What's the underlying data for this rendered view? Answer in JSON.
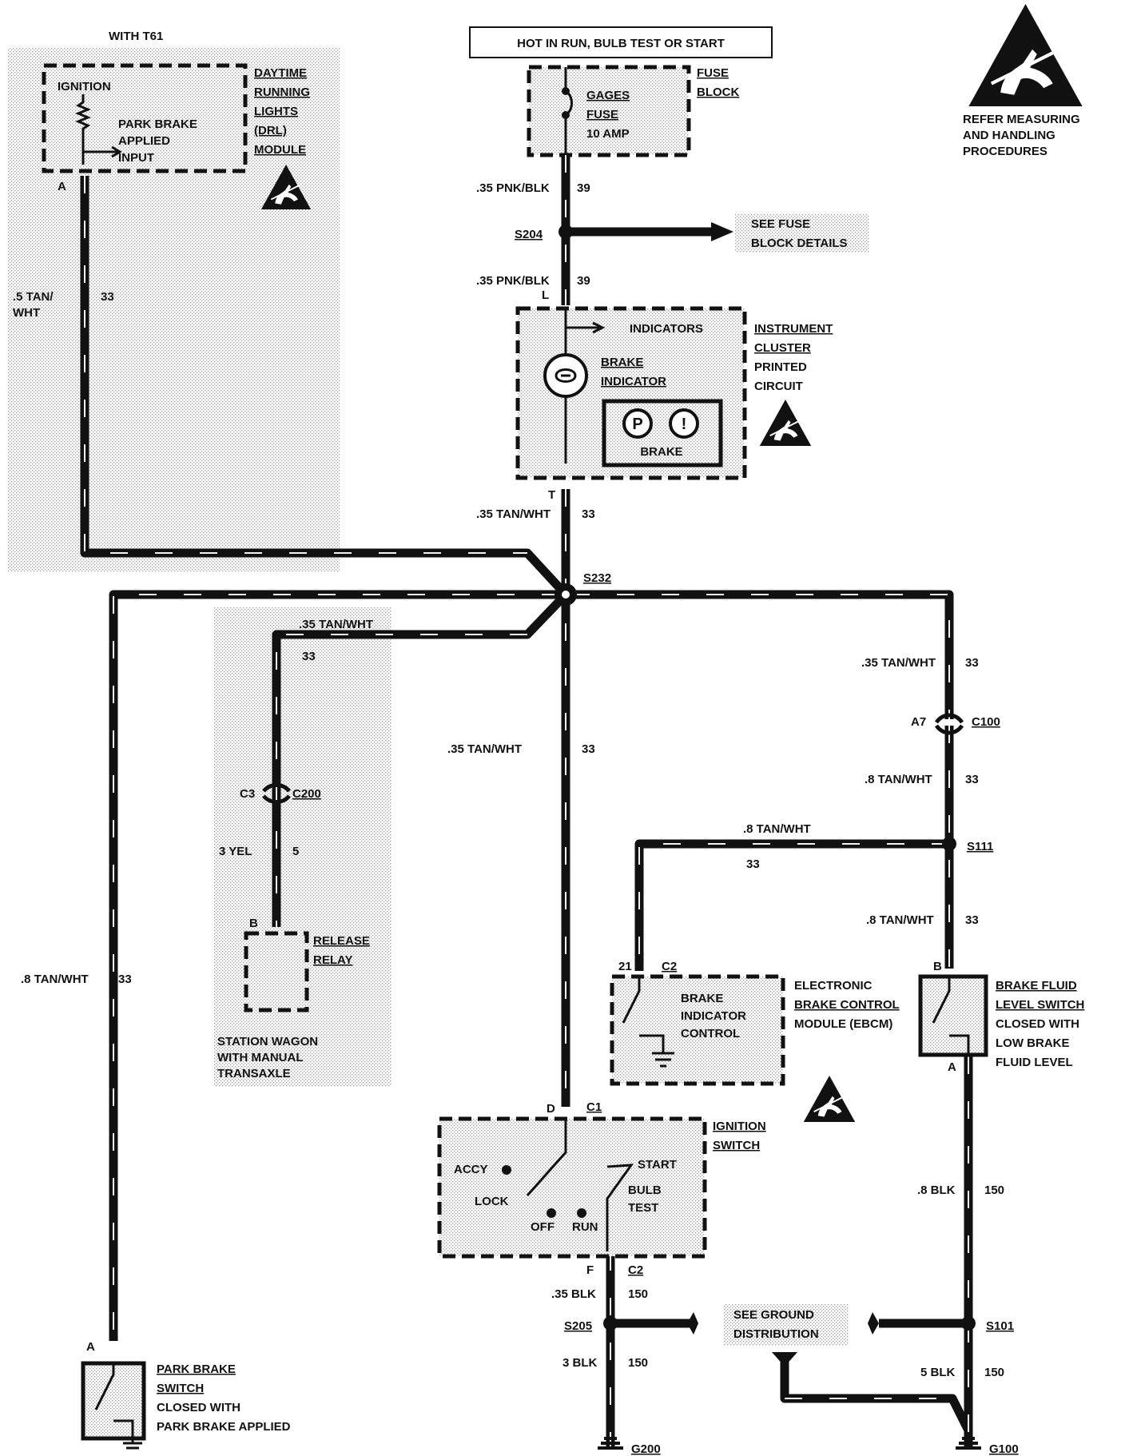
{
  "header": {
    "with_t61": "WITH T61",
    "power_box": "HOT IN RUN, BULB TEST OR START",
    "esd_note": [
      "REFER MEASURING",
      "AND HANDLING",
      "PROCEDURES"
    ]
  },
  "drl_module": {
    "title": [
      "DAYTIME",
      "RUNNING",
      "LIGHTS",
      "(DRL)",
      "MODULE"
    ],
    "ignition": "IGNITION",
    "input": [
      "PARK BRAKE",
      "APPLIED",
      "INPUT"
    ],
    "pin": "A"
  },
  "fuse_block": {
    "title": [
      "FUSE",
      "BLOCK"
    ],
    "fuse": [
      "GAGES",
      "FUSE",
      "10 AMP"
    ]
  },
  "wires": {
    "w_pnk_blk_1": ".35 PNK/BLK",
    "w_39_1": "39",
    "w_pnk_blk_2": ".35 PNK/BLK",
    "w_39_2": "39",
    "w_drl_tan": [
      ".5 TAN/",
      "WHT"
    ],
    "w_drl_33": "33",
    "w_cluster_out": ".35 TAN/WHT",
    "w_cluster_33": "33",
    "w_relay_tan": ".35 TAN/WHT",
    "w_relay_33": "33",
    "w_center_tan": ".35 TAN/WHT",
    "w_center_33": "33",
    "w_right_tan": ".35 TAN/WHT",
    "w_right_33": "33",
    "w_c100_tan": ".8 TAN/WHT",
    "w_c100_33": "33",
    "w_ebcm_tan": ".8 TAN/WHT",
    "w_ebcm_33": "33",
    "w_s111_tan": ".8 TAN/WHT",
    "w_s111_33": "33",
    "w_left_tan": ".8 TAN/WHT",
    "w_left_33": "33",
    "w_yel": "3 YEL",
    "w_yel_5": "5",
    "w_blk_right": ".8 BLK",
    "w_blk_right_150": "150",
    "w_blk_c2": ".35 BLK",
    "w_blk_c2_150": "150",
    "w_blk_s205": "3 BLK",
    "w_blk_s205_150": "150",
    "w_blk_s101": "5 BLK",
    "w_blk_s101_150": "150"
  },
  "splices": {
    "s204": "S204",
    "s204_note": [
      "SEE FUSE",
      "BLOCK DETAILS"
    ],
    "s232": "S232",
    "s111": "S111",
    "s205": "S205",
    "s101": "S101",
    "ground_note": [
      "SEE GROUND",
      "DISTRIBUTION"
    ]
  },
  "cluster": {
    "pin_in": "L",
    "pin_out": "T",
    "indicators": "INDICATORS",
    "brake_indicator": [
      "BRAKE",
      "INDICATOR"
    ],
    "title": [
      "INSTRUMENT",
      "CLUSTER",
      "PRINTED",
      "CIRCUIT"
    ],
    "lamp_p": "P",
    "lamp_i": "!",
    "brake_panel": "BRAKE"
  },
  "connectors": {
    "c100_pin": "A7",
    "c100": "C100",
    "c200_pin": "C3",
    "c200": "C200",
    "relay_pin": "B",
    "ebcm_pin": "21",
    "ebcm_conn": "C2",
    "bfl_pin_b": "B",
    "bfl_pin_a": "A",
    "ign_pin_d": "D",
    "ign_conn_c1": "C1",
    "ign_pin_f": "F",
    "ign_conn_c2": "C2",
    "park_pin": "A"
  },
  "release_relay": {
    "title": [
      "RELEASE",
      "RELAY"
    ],
    "note": [
      "STATION WAGON",
      "WITH MANUAL",
      "TRANSAXLE"
    ]
  },
  "ebcm": {
    "inner": [
      "BRAKE",
      "INDICATOR",
      "CONTROL"
    ],
    "title": [
      "ELECTRONIC",
      "BRAKE CONTROL",
      "MODULE (EBCM)"
    ]
  },
  "brake_fluid_switch": {
    "title": [
      "BRAKE FLUID",
      "LEVEL SWITCH",
      "CLOSED WITH",
      "LOW BRAKE",
      "FLUID LEVEL"
    ]
  },
  "ignition_switch": {
    "title": [
      "IGNITION",
      "SWITCH"
    ],
    "accy": "ACCY",
    "lock": "LOCK",
    "off": "OFF",
    "run": "RUN",
    "start": "START",
    "bulb_test": [
      "BULB",
      "TEST"
    ]
  },
  "park_brake_switch": {
    "title": [
      "PARK BRAKE",
      "SWITCH",
      "CLOSED WITH",
      "PARK BRAKE APPLIED"
    ]
  },
  "grounds": {
    "g200": "G200",
    "g100": "G100"
  }
}
